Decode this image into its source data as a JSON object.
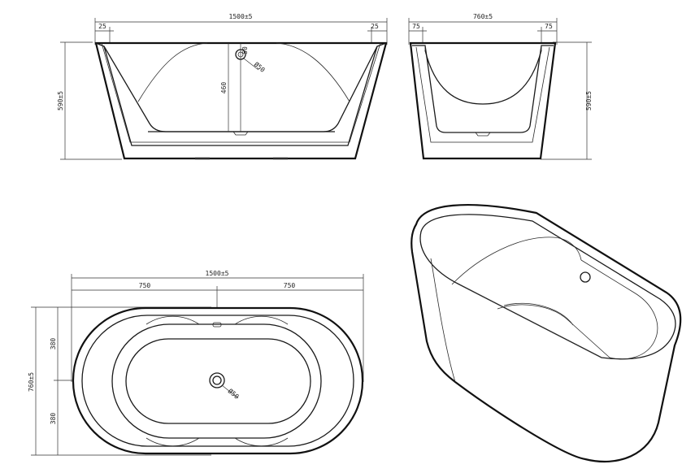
{
  "front_view": {
    "overall_length": "1500±5",
    "rim_left": "25",
    "rim_right": "25",
    "inner_depth": "460",
    "rim_to_drain": "50",
    "drain_diameter": "Ø50",
    "height": "590±5"
  },
  "side_view": {
    "overall_width": "760±5",
    "rim_left": "75",
    "rim_right": "75",
    "height": "590±5"
  },
  "top_view": {
    "overall_length": "1500±5",
    "half_left": "750",
    "half_right": "750",
    "overall_width": "760±5",
    "half_top": "380",
    "half_bottom": "380",
    "drain_diameter": "Ø50"
  },
  "perspective_view": {}
}
